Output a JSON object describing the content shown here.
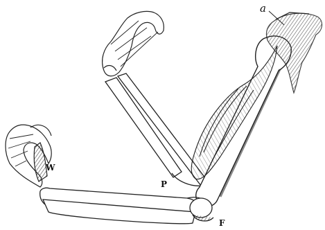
{
  "labels": {
    "a": "a",
    "W": "W",
    "P": "P",
    "F": "F"
  }
}
